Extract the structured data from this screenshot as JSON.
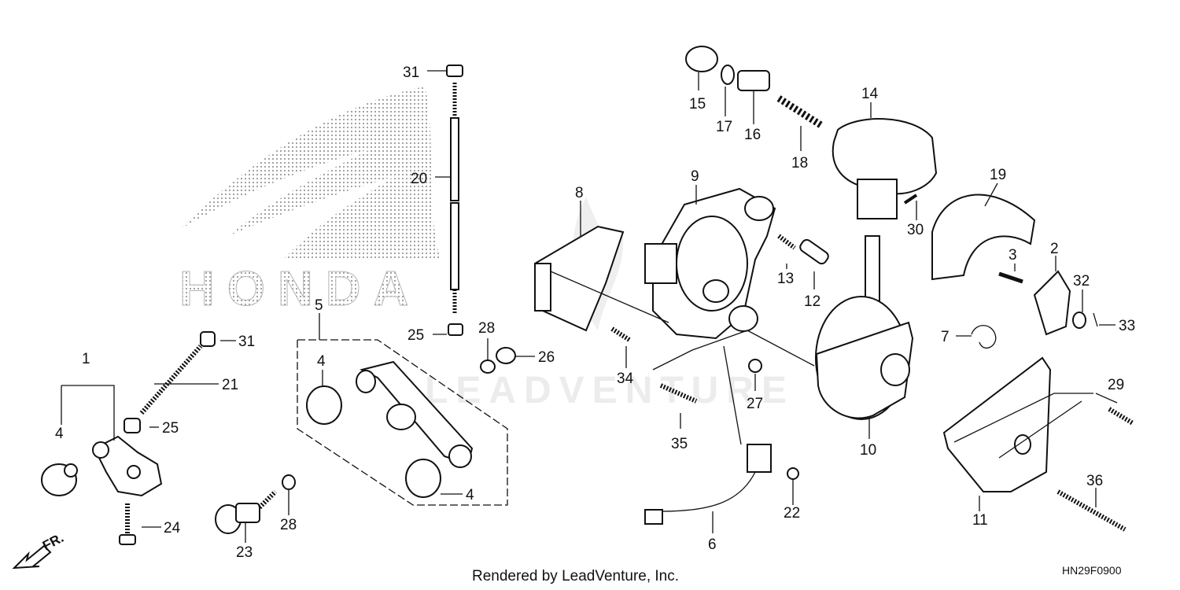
{
  "diagram": {
    "watermark_word": "HONDA",
    "watermark_overlay": "LEADVENTURE",
    "direction_marker": "FR.",
    "footer_text": "Rendered by LeadVenture, Inc.",
    "diagram_code": "HN29F0900",
    "callouts": {
      "c1": "1",
      "c2": "2",
      "c3": "3",
      "c4a": "4",
      "c4b": "4",
      "c4c": "4",
      "c5": "5",
      "c6": "6",
      "c7": "7",
      "c8": "8",
      "c9": "9",
      "c10": "10",
      "c11": "11",
      "c12": "12",
      "c13": "13",
      "c14": "14",
      "c15": "15",
      "c16": "16",
      "c17": "17",
      "c18": "18",
      "c19": "19",
      "c20": "20",
      "c21": "21",
      "c22": "22",
      "c23": "23",
      "c24": "24",
      "c25a": "25",
      "c25b": "25",
      "c26": "26",
      "c27": "27",
      "c28a": "28",
      "c28b": "28",
      "c29": "29",
      "c30": "30",
      "c31a": "31",
      "c31b": "31",
      "c32": "32",
      "c33": "33",
      "c34": "34",
      "c35": "35",
      "c36": "36"
    }
  }
}
